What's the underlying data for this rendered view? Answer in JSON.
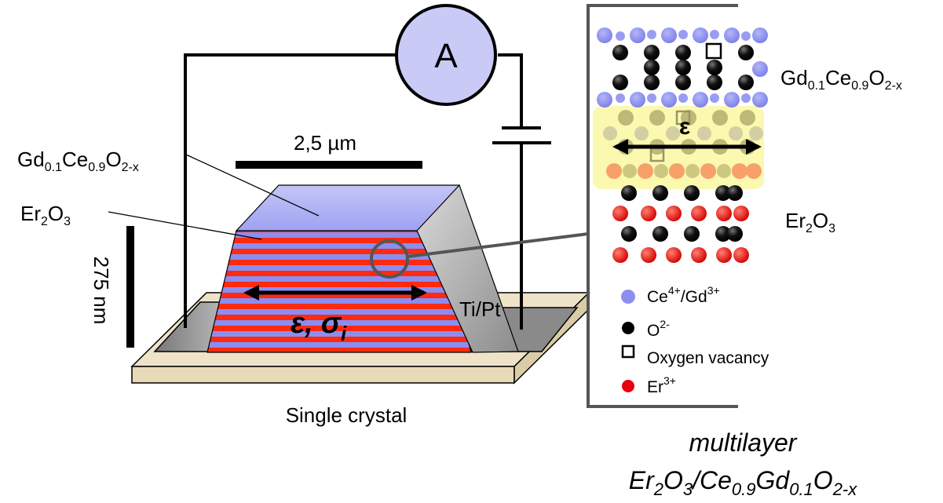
{
  "device": {
    "ammeter": "A",
    "scale_bar_width": "2,5 µm",
    "scale_bar_height": "275 nm",
    "electrode": "Ti/Pt",
    "substrate": "Single crystal",
    "strain_conductivity_label": {
      "eps": "ε,",
      "sigma": "σ",
      "sigma_sub": "i"
    },
    "layer_gdc": {
      "gd": "Gd",
      "gd_sub": "0.1",
      "ce": "Ce",
      "ce_sub": "0.9",
      "o": "O",
      "o_sub": "2-x"
    },
    "layer_er": {
      "er": "Er",
      "er_sub": "2",
      "o": "O",
      "o_sub": "3"
    }
  },
  "zoom": {
    "strain_symbol": "ε",
    "top_layer": {
      "gd": "Gd",
      "gd_sub": "0.1",
      "ce": "Ce",
      "ce_sub": "0.9",
      "o": "O",
      "o_sub": "2-x"
    },
    "bottom_layer": {
      "er": "Er",
      "er_sub": "2",
      "o": "O",
      "o_sub": "3"
    },
    "legend": [
      {
        "symbol": "blue-circle-icon",
        "color": "#8d8ff0",
        "text": "Ce",
        "sup1": "4+",
        "mid": "/Gd",
        "sup2": "3+"
      },
      {
        "symbol": "black-circle-icon",
        "color": "#000000",
        "text": "O",
        "sup1": "2-"
      },
      {
        "symbol": "open-square-icon",
        "color": "#000000",
        "text": "Oxygen vacancy"
      },
      {
        "symbol": "red-circle-icon",
        "color": "#e8000b",
        "text": "Er",
        "sup1": "3+"
      }
    ]
  },
  "caption": {
    "line1": "multilayer",
    "er": "Er",
    "er_sub": "2",
    "o1": "O",
    "o1_sub": "3",
    "slash": "/Ce",
    "ce_sub": "0.9",
    "gd": "Gd",
    "gd_sub": "0.1",
    "o2": "O",
    "o2_sub": "2-x"
  },
  "colors": {
    "gdc_layer": "#8a8ef0",
    "er_layer": "#ff2a10",
    "substrate": "#eee3c8",
    "electrode": "#a8a8a8",
    "interface_highlight": "#fbf7a6"
  }
}
